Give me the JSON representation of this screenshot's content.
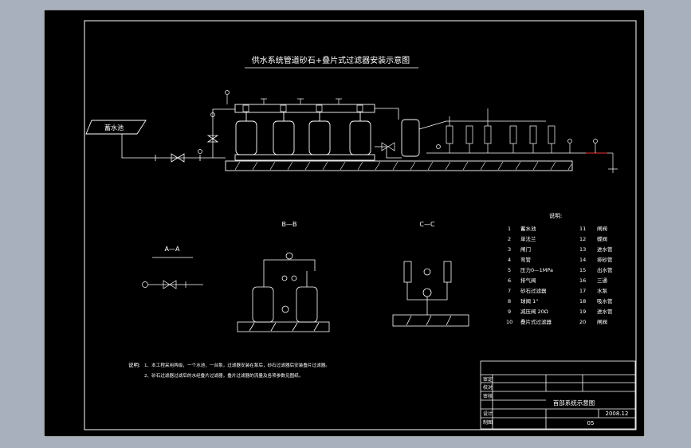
{
  "drawing": {
    "title": "供水系统管道砂石+叠片式过滤器安装示意图",
    "tank_label": "蓄水池",
    "section_labels": {
      "aa": "A—A",
      "bb": "B—B",
      "cc": "C—C"
    },
    "legend_title": "说明:",
    "legend": [
      {
        "no": "1",
        "name": "蓄水池"
      },
      {
        "no": "2",
        "name": "单法兰"
      },
      {
        "no": "3",
        "name": "闸门"
      },
      {
        "no": "4",
        "name": "弯管"
      },
      {
        "no": "5",
        "name": "压力0—1MPa"
      },
      {
        "no": "6",
        "name": "排气阀"
      },
      {
        "no": "7",
        "name": "砂石过滤器"
      },
      {
        "no": "8",
        "name": "球阀 1\""
      },
      {
        "no": "9",
        "name": "减压阀 20Ω"
      },
      {
        "no": "10",
        "name": "叠片式过滤器"
      },
      {
        "no": "11",
        "name": "闸阀"
      },
      {
        "no": "12",
        "name": "蝶阀"
      },
      {
        "no": "13",
        "name": "进水管"
      },
      {
        "no": "14",
        "name": "排砂管"
      },
      {
        "no": "15",
        "name": "出水管"
      },
      {
        "no": "16",
        "name": "三通"
      },
      {
        "no": "17",
        "name": "水泵"
      },
      {
        "no": "18",
        "name": "吸水管"
      },
      {
        "no": "19",
        "name": "进水管"
      },
      {
        "no": "20",
        "name": "闸阀"
      }
    ],
    "notes_label": "说明:",
    "notes": [
      "1、本工程采用两级，一个水池，一台泵，过滤器安装在泵后，砂石过滤器后安装叠片过滤器。",
      "2、砂石过滤器过滤后的水经叠片过滤器，叠片过滤器的流量及各项参数见图纸。"
    ],
    "title_block": {
      "drawing_name": "首部系统示意图",
      "date": "2008.12",
      "sheet_no": "05",
      "rows": [
        "设计",
        "制图",
        "审核",
        "校对",
        "审定"
      ]
    }
  },
  "colors": {
    "background": "#a7b0bc",
    "paper": "#000000",
    "line": "#ffffff",
    "pipe_accent": "#ff0000"
  }
}
